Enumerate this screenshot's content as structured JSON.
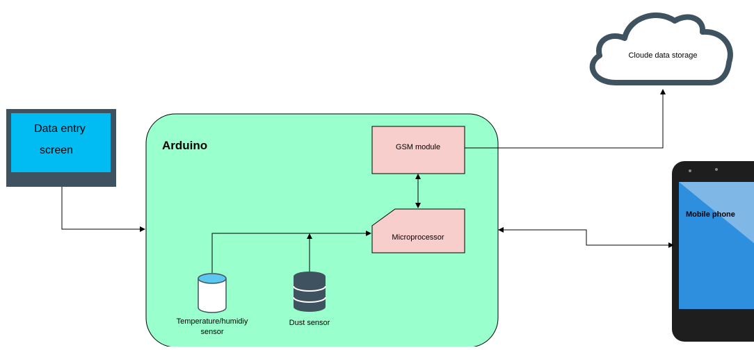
{
  "diagram": {
    "arduino_title": "Arduino",
    "monitor_label_line1": "Data entry",
    "monitor_label_line2": "screen",
    "cloud_label": "Cloude data storage",
    "gsm_label": "GSM module",
    "microprocessor_label": "Microprocessor",
    "temp_sensor_line1": "Temperature/humidiy",
    "temp_sensor_line2": "sensor",
    "dust_sensor_label": "Dust sensor",
    "phone_label": "Mobile phone"
  },
  "colors": {
    "arduino_fill": "#99ffcc",
    "module_fill": "#f8cecc",
    "monitor_screen": "#00bcf2",
    "monitor_frame": "#3e5260",
    "cloud_stroke": "#3e5260",
    "phone_screen": "#2d8fdd",
    "phone_body": "#1e1e1e"
  }
}
